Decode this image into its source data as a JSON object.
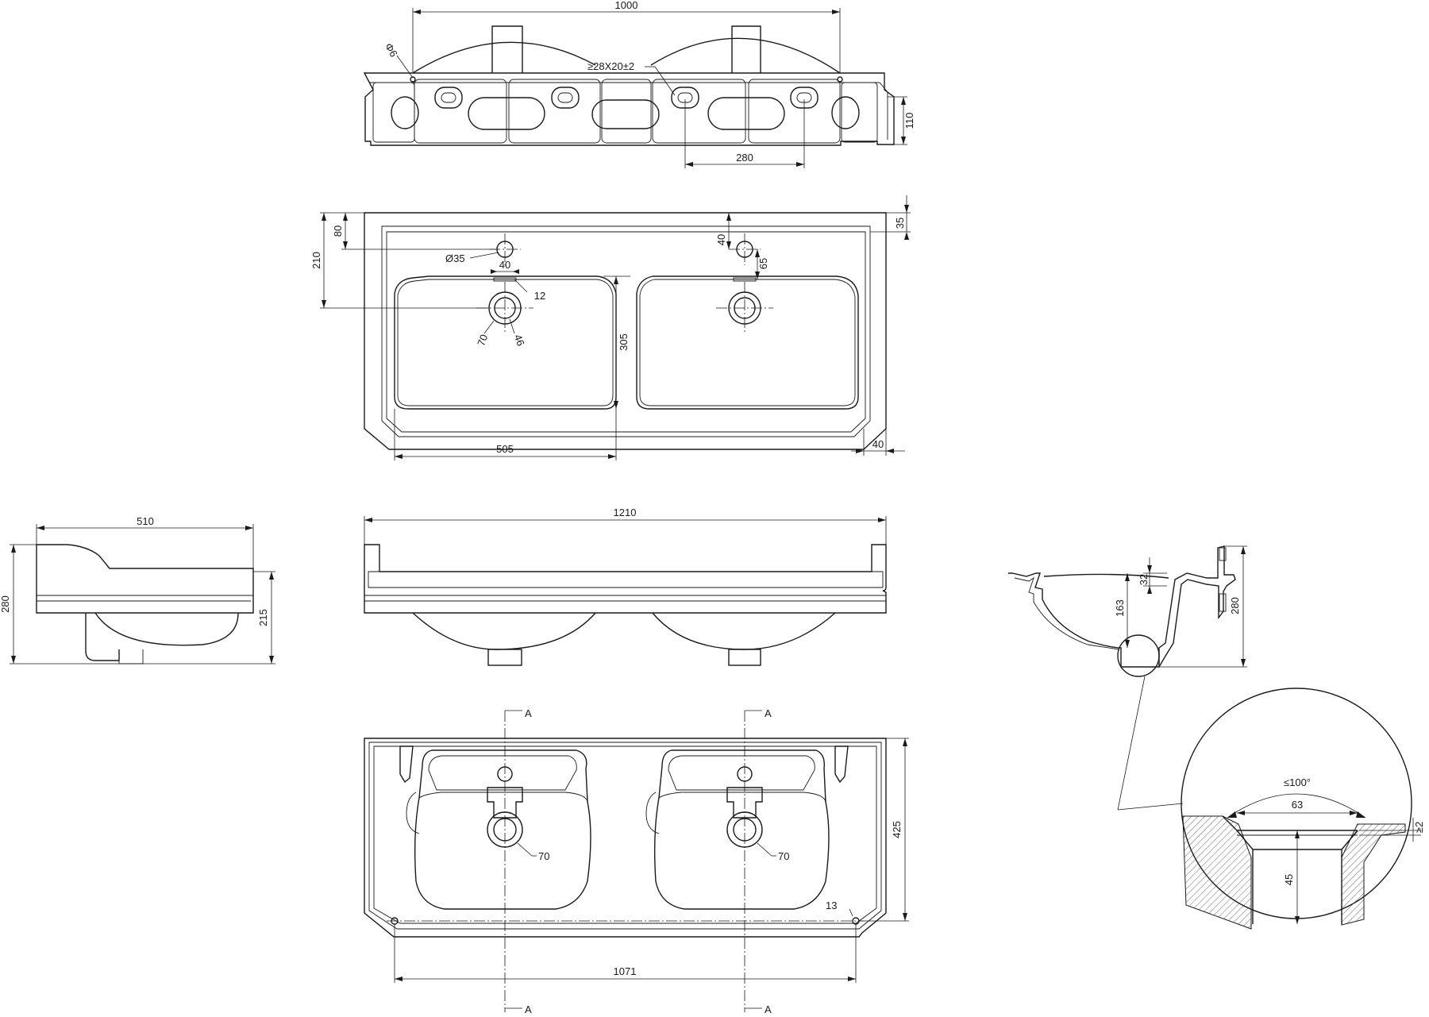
{
  "drawing": {
    "rear_view": {
      "dim_width": "1000",
      "dim_hole_diameter": "Φ6",
      "dim_slot": "≥28X20±2",
      "dim_slot_spacing": "280",
      "dim_depth": "110"
    },
    "top_view": {
      "dim_tap_offset": "80",
      "dim_waste_offset": "210",
      "dim_tap_hole": "Ø35",
      "dim_tap_hole_width": "40",
      "dim_wall": "12",
      "dim_overflow_outer": "70",
      "dim_overflow_inner": "46",
      "dim_bowl_depth": "305",
      "dim_bowl_width": "505",
      "dim_rim": "35",
      "dim_tap_offset_right": "40",
      "dim_overflow_offset": "65",
      "dim_corner": "40"
    },
    "side_view": {
      "dim_depth": "510",
      "dim_height": "280",
      "dim_rim_height": "215"
    },
    "front_view": {
      "dim_width": "1210"
    },
    "section_view": {
      "dim_rim": "32",
      "dim_bowl_depth": "163",
      "dim_height": "280"
    },
    "detail_view": {
      "dim_angle": "≤100°",
      "dim_diameter": "63",
      "dim_depth": "45",
      "dim_step": "≥2"
    },
    "bottom_view": {
      "section_mark_left_top": "A",
      "section_mark_right_top": "A",
      "section_mark_left_bottom": "A",
      "section_mark_right_bottom": "A",
      "dim_waste_left": "70",
      "dim_waste_right": "70",
      "dim_depth": "425",
      "dim_fixing_hole": "13",
      "dim_fixing_spacing": "1071"
    }
  }
}
